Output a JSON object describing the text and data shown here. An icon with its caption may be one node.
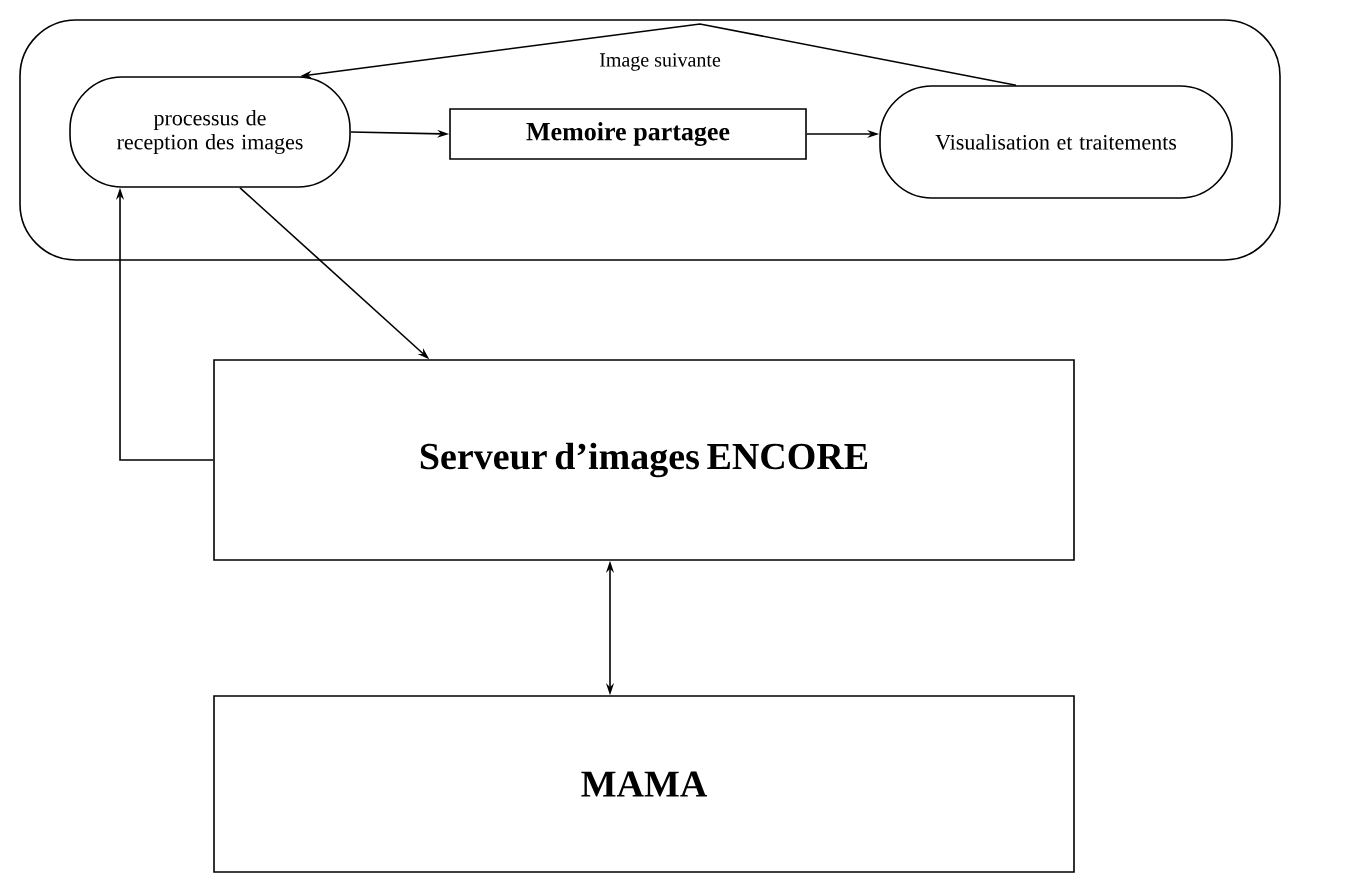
{
  "diagram": {
    "nodes": [
      {
        "text": [],
        "shape": "box"
      },
      {
        "text": [
          "processus de reception des images"
        ],
        "in": 0
      },
      {
        "text": [
          "Memoire partagee"
        ],
        "in": 0
      },
      {
        "text": [
          "Visualisation et traitements"
        ],
        "in": 0
      },
      {
        "text": [
          "Serveur d’images ENCORE"
        ]
      },
      {
        "text": [
          "MAMA"
        ]
      }
    ],
    "edges": [
      {
        "from": 1,
        "to": 2,
        "arrow": "to"
      },
      {
        "from": 2,
        "to": 3,
        "arrow": "to"
      },
      {
        "from": 3,
        "to": 1,
        "arrow": "to",
        "label": "Image suivante"
      },
      {
        "from": 1,
        "to": 4,
        "arrow": "to"
      },
      {
        "from": 4,
        "to": 1,
        "arrow": "to"
      },
      {
        "from": 4,
        "to": 5,
        "arrow": "both"
      }
    ]
  }
}
